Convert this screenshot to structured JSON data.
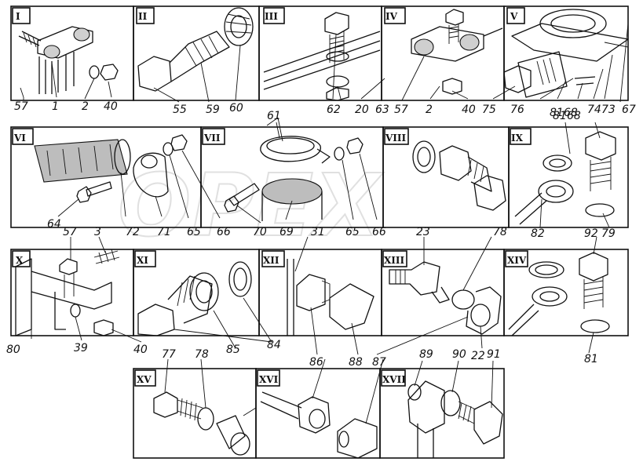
{
  "diagram": {
    "panels": [
      {
        "id": "panel-1",
        "roman": "I",
        "callouts": [
          "57",
          "1",
          "2",
          "40"
        ]
      },
      {
        "id": "panel-2",
        "roman": "II",
        "callouts": [
          "55",
          "59",
          "60"
        ]
      },
      {
        "id": "panel-3",
        "roman": "III",
        "callouts": [
          "62",
          "20",
          "63"
        ]
      },
      {
        "id": "panel-4",
        "roman": "IV",
        "callouts": [
          "57",
          "2",
          "40"
        ]
      },
      {
        "id": "panel-5",
        "roman": "V",
        "callouts": [
          "75",
          "76",
          "81",
          "68",
          "74",
          "73",
          "67"
        ]
      },
      {
        "id": "panel-6",
        "roman": "VI",
        "callouts": [
          "64",
          "72",
          "71",
          "65",
          "66"
        ]
      },
      {
        "id": "panel-7",
        "roman": "VII",
        "callouts": [
          "61",
          "70",
          "69",
          "65",
          "66"
        ]
      },
      {
        "id": "panel-8",
        "roman": "VIII",
        "callouts": []
      },
      {
        "id": "panel-9",
        "roman": "IX",
        "callouts": [
          "82",
          "79"
        ]
      },
      {
        "id": "panel-10",
        "roman": "X",
        "callouts": [
          "57",
          "3",
          "80",
          "39",
          "40"
        ]
      },
      {
        "id": "panel-11",
        "roman": "XI",
        "callouts": [
          "85",
          "84"
        ]
      },
      {
        "id": "panel-12",
        "roman": "XII",
        "callouts": [
          "31",
          "86",
          "88"
        ]
      },
      {
        "id": "panel-13",
        "roman": "XIII",
        "callouts": [
          "23",
          "78",
          "22",
          "87"
        ]
      },
      {
        "id": "panel-14",
        "roman": "XIV",
        "callouts": [
          "92",
          "81"
        ]
      },
      {
        "id": "panel-15",
        "roman": "XV",
        "callouts": [
          "77",
          "78"
        ]
      },
      {
        "id": "panel-16",
        "roman": "XVI",
        "callouts": []
      },
      {
        "id": "panel-17",
        "roman": "XVII",
        "callouts": [
          "89",
          "90",
          "91"
        ]
      }
    ],
    "watermark": "OPEX"
  }
}
